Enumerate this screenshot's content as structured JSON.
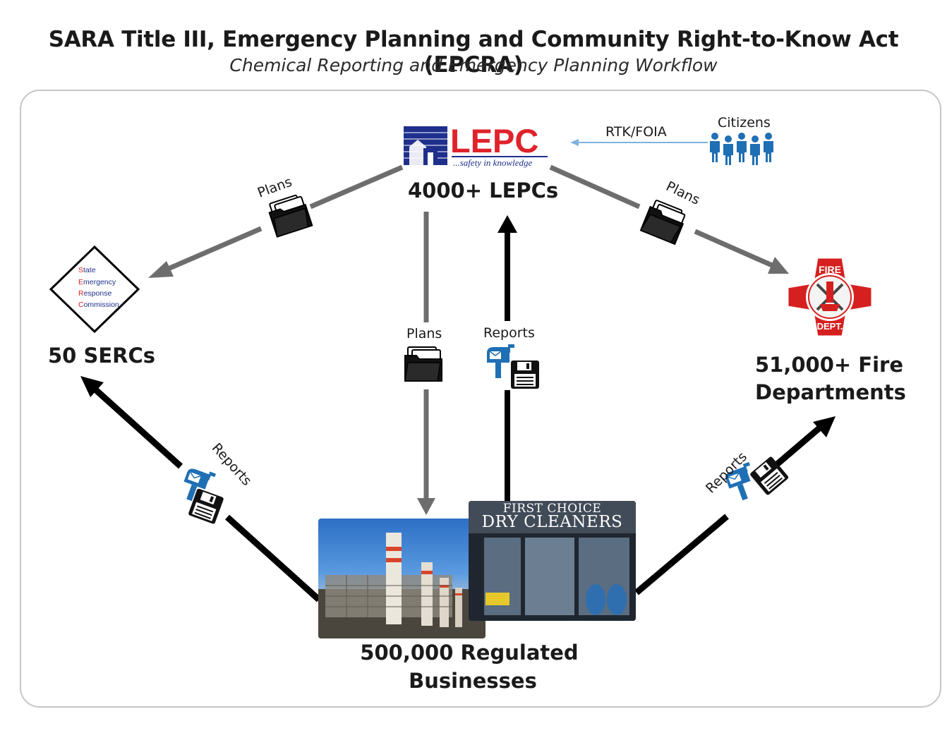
{
  "header": {
    "title": "SARA Title III, Emergency Planning and Community Right-to-Know Act (EPCRA)",
    "subtitle": "Chemical Reporting and Emergency Planning Workflow"
  },
  "nodes": {
    "lepc": {
      "logo_text": "LEPC",
      "tagline": "...safety in knowledge",
      "label": "4000+ LEPCs"
    },
    "citizens": {
      "label": "Citizens"
    },
    "serc": {
      "diamond_lines": [
        {
          "initial": "S",
          "rest": "tate"
        },
        {
          "initial": "E",
          "rest": "mergency"
        },
        {
          "initial": "R",
          "rest": "esponse"
        },
        {
          "initial": "C",
          "rest": "ommission"
        }
      ],
      "label": "50 SERCs"
    },
    "fire": {
      "badge_top": "FIRE",
      "badge_bottom": "DEPT.",
      "label_line1": "51,000+ Fire",
      "label_line2": "Departments"
    },
    "businesses": {
      "label_line1": "500,000 Regulated",
      "label_line2": "Businesses",
      "sign_line1": "FIRST CHOICE",
      "sign_line2": "DRY CLEANERS"
    }
  },
  "edges": {
    "rtk_foia": "RTK/FOIA",
    "plans_to_serc": "Plans",
    "plans_to_fire": "Plans",
    "plans_to_business": "Plans",
    "reports_to_lepc": "Reports",
    "reports_to_serc": "Reports",
    "reports_to_fire": "Reports"
  },
  "colors": {
    "plans_arrow": "#6d6d6d",
    "reports_arrow": "#000000",
    "rtk_arrow": "#7fb2e0",
    "lepc_blue": "#1f2f8c",
    "lepc_red": "#e0222b",
    "serc_red": "#d9231f",
    "mail_blue": "#1f6fb4",
    "fire_red": "#d62020"
  }
}
